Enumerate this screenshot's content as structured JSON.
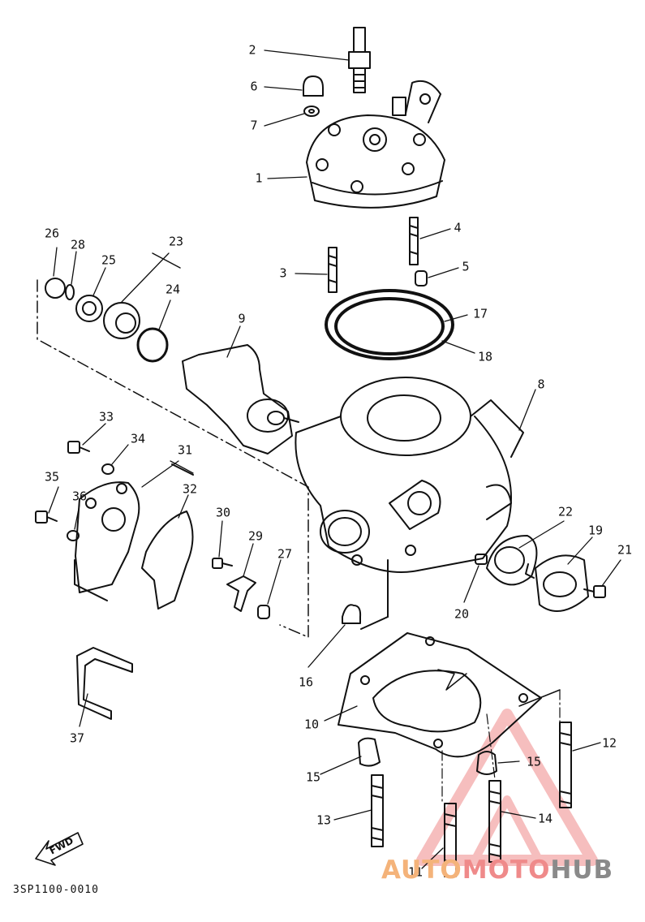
{
  "diagram": {
    "part_code": "3SP1100-0010",
    "fwd_label": "FWD",
    "callouts": [
      {
        "id": "c1",
        "label": "1"
      },
      {
        "id": "c2",
        "label": "2"
      },
      {
        "id": "c3",
        "label": "3"
      },
      {
        "id": "c4",
        "label": "4"
      },
      {
        "id": "c5",
        "label": "5"
      },
      {
        "id": "c6",
        "label": "6"
      },
      {
        "id": "c7",
        "label": "7"
      },
      {
        "id": "c8",
        "label": "8"
      },
      {
        "id": "c9",
        "label": "9"
      },
      {
        "id": "c10",
        "label": "10"
      },
      {
        "id": "c11",
        "label": "11"
      },
      {
        "id": "c12",
        "label": "12"
      },
      {
        "id": "c13",
        "label": "13"
      },
      {
        "id": "c14",
        "label": "14"
      },
      {
        "id": "c15a",
        "label": "15"
      },
      {
        "id": "c15b",
        "label": "15"
      },
      {
        "id": "c16",
        "label": "16"
      },
      {
        "id": "c17",
        "label": "17"
      },
      {
        "id": "c18",
        "label": "18"
      },
      {
        "id": "c19",
        "label": "19"
      },
      {
        "id": "c20",
        "label": "20"
      },
      {
        "id": "c21",
        "label": "21"
      },
      {
        "id": "c22",
        "label": "22"
      },
      {
        "id": "c23",
        "label": "23"
      },
      {
        "id": "c24",
        "label": "24"
      },
      {
        "id": "c25",
        "label": "25"
      },
      {
        "id": "c26",
        "label": "26"
      },
      {
        "id": "c27",
        "label": "27"
      },
      {
        "id": "c28",
        "label": "28"
      },
      {
        "id": "c29",
        "label": "29"
      },
      {
        "id": "c30",
        "label": "30"
      },
      {
        "id": "c31",
        "label": "31"
      },
      {
        "id": "c32",
        "label": "32"
      },
      {
        "id": "c33",
        "label": "33"
      },
      {
        "id": "c34",
        "label": "34"
      },
      {
        "id": "c35",
        "label": "35"
      },
      {
        "id": "c36",
        "label": "36"
      },
      {
        "id": "c37",
        "label": "37"
      }
    ]
  },
  "watermark": {
    "part1": "AUTO",
    "part2": "MOTO",
    "part3": "HUB",
    "color1": "#f4b37a",
    "color2": "#ef8a8a",
    "color3": "#8a8a8a"
  }
}
